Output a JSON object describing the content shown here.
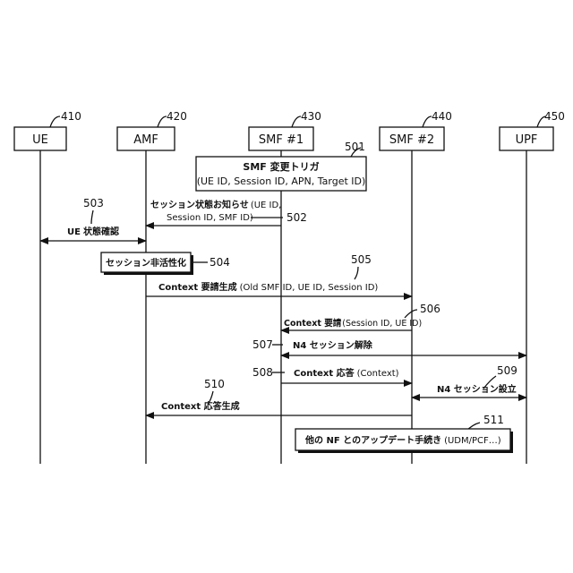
{
  "entities": [
    {
      "label": "UE",
      "ref": "410"
    },
    {
      "label": "AMF",
      "ref": "420"
    },
    {
      "label": "SMF #1",
      "ref": "430"
    },
    {
      "label": "SMF #2",
      "ref": "440"
    },
    {
      "label": "UPF",
      "ref": "450"
    }
  ],
  "steps": {
    "s501": {
      "ref": "501",
      "title": "SMF 変更トリガ",
      "detail": "(UE ID, Session ID, APN, Target ID)"
    },
    "s502": {
      "ref": "502",
      "line1_bold": "セッション状態お知らせ",
      "line1_rest": "(UE ID,",
      "line2": "Session ID, SMF ID)"
    },
    "s503": {
      "ref": "503",
      "bold": "UE",
      "rest": "状態確認"
    },
    "s504": {
      "ref": "504",
      "label": "セッション非活性化"
    },
    "s505": {
      "ref": "505",
      "bold": "Context 要請生成",
      "rest": "(Old SMF ID, UE ID, Session ID)"
    },
    "s506": {
      "ref": "506",
      "bold": "Context 要請",
      "rest": "(Session ID, UE ID)"
    },
    "s507": {
      "ref": "507",
      "label": "N4 セッション解除"
    },
    "s508": {
      "ref": "508",
      "bold": "Context 応答",
      "rest": "(Context)"
    },
    "s509": {
      "ref": "509",
      "label": "N4 セッション設立"
    },
    "s510": {
      "ref": "510",
      "label": "Context 応答生成"
    },
    "s511": {
      "ref": "511",
      "bold": "他の NF とのアップデート手続き",
      "rest": "(UDM/PCF…)"
    }
  }
}
